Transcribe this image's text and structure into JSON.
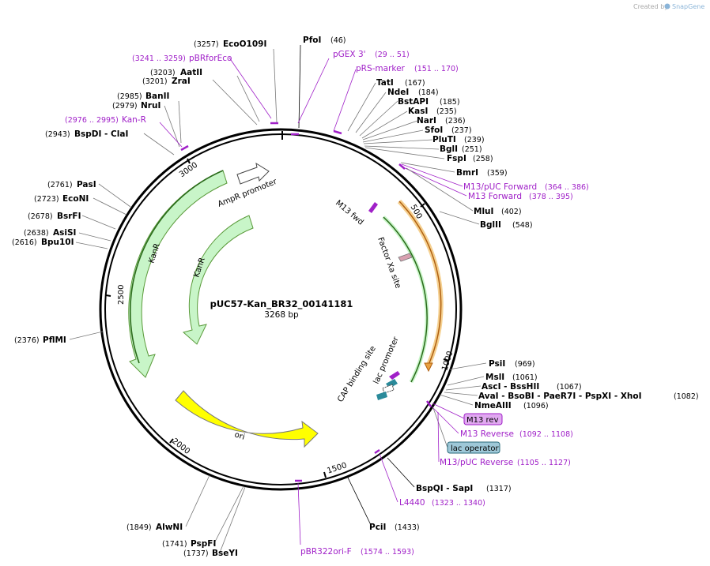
{
  "credit": "Created by",
  "brand": "SnapGene",
  "plasmid": {
    "name": "pUC57-Kan_BR32_00141181",
    "size": "3268 bp"
  },
  "ticks": [
    "500",
    "1000",
    "1500",
    "2000",
    "2500",
    "3000"
  ],
  "enzymes": [
    {
      "name": "PfoI",
      "pos": "(46)"
    },
    {
      "name": "EcoO109I",
      "pos": "(3257)"
    },
    {
      "name": "AatII",
      "pos": "(3203)"
    },
    {
      "name": "ZraI",
      "pos": "(3201)"
    },
    {
      "name": "BanII",
      "pos": "(2985)"
    },
    {
      "name": "NruI",
      "pos": "(2979)"
    },
    {
      "name": "BspDI - ClaI",
      "pos": "(2943)"
    },
    {
      "name": "TatI",
      "pos": "(167)"
    },
    {
      "name": "NdeI",
      "pos": "(184)"
    },
    {
      "name": "BstAPI",
      "pos": "(185)"
    },
    {
      "name": "KasI",
      "pos": "(235)"
    },
    {
      "name": "NarI",
      "pos": "(236)"
    },
    {
      "name": "SfoI",
      "pos": "(237)"
    },
    {
      "name": "PluTI",
      "pos": "(239)"
    },
    {
      "name": "BglI",
      "pos": "(251)"
    },
    {
      "name": "FspI",
      "pos": "(258)"
    },
    {
      "name": "BmrI",
      "pos": "(359)"
    },
    {
      "name": "MluI",
      "pos": "(402)"
    },
    {
      "name": "BglII",
      "pos": "(548)"
    },
    {
      "name": "PasI",
      "pos": "(2761)"
    },
    {
      "name": "EcoNI",
      "pos": "(2723)"
    },
    {
      "name": "BsrFI",
      "pos": "(2678)"
    },
    {
      "name": "AsiSI",
      "pos": "(2638)"
    },
    {
      "name": "Bpu10I",
      "pos": "(2616)"
    },
    {
      "name": "PflMI",
      "pos": "(2376)"
    },
    {
      "name": "PsiI",
      "pos": "(969)"
    },
    {
      "name": "MslI",
      "pos": "(1061)"
    },
    {
      "name": "AscI - BssHII",
      "pos": "(1067)"
    },
    {
      "name": "AvaI - BsoBI - PaeR7I - PspXI - XhoI",
      "pos": "(1082)"
    },
    {
      "name": "NmeAIII",
      "pos": "(1096)"
    },
    {
      "name": "BspQI - SapI",
      "pos": "(1317)"
    },
    {
      "name": "PciI",
      "pos": "(1433)"
    },
    {
      "name": "AlwNI",
      "pos": "(1849)"
    },
    {
      "name": "PspFI",
      "pos": "(1741)"
    },
    {
      "name": "BseYI",
      "pos": "(1737)"
    }
  ],
  "primers": [
    {
      "name": "pGEX 3'",
      "pos": "(29 .. 51)"
    },
    {
      "name": "pBRforEco",
      "pos": "(3241 .. 3259)"
    },
    {
      "name": "pRS-marker",
      "pos": "(151 .. 170)"
    },
    {
      "name": "Kan-R",
      "pos": "(2976 .. 2995)"
    },
    {
      "name": "M13/pUC Forward",
      "pos": "(364 .. 386)"
    },
    {
      "name": "M13 Forward",
      "pos": "(378 .. 395)"
    },
    {
      "name": "M13 Reverse",
      "pos": "(1092 .. 1108)"
    },
    {
      "name": "M13/pUC Reverse",
      "pos": "(1105 .. 1127)"
    },
    {
      "name": "L4440",
      "pos": "(1323 .. 1340)"
    },
    {
      "name": "pBR322ori-F",
      "pos": "(1574 .. 1593)"
    }
  ],
  "boxed_labels": [
    "M13 rev",
    "lac operator"
  ],
  "features": {
    "ampr_promoter": "AmpR promoter",
    "kanr_outer": "KanR",
    "kanr_inner": "KanR",
    "ori": "ori",
    "m13_fwd": "M13 fwd",
    "factor_xa": "Factor Xa site",
    "cap_site": "CAP binding site",
    "lac_promoter": "lac promoter"
  },
  "colors": {
    "backbone": "#000000",
    "primer": "#a020c8",
    "kanr": "#c8f5c8",
    "kanr_edge": "#5a9a3a",
    "ori": "#ffff00",
    "orange": "#e8a040",
    "lac_operator": "#9ec8d8",
    "m13_rev": "#e0a8f0"
  }
}
